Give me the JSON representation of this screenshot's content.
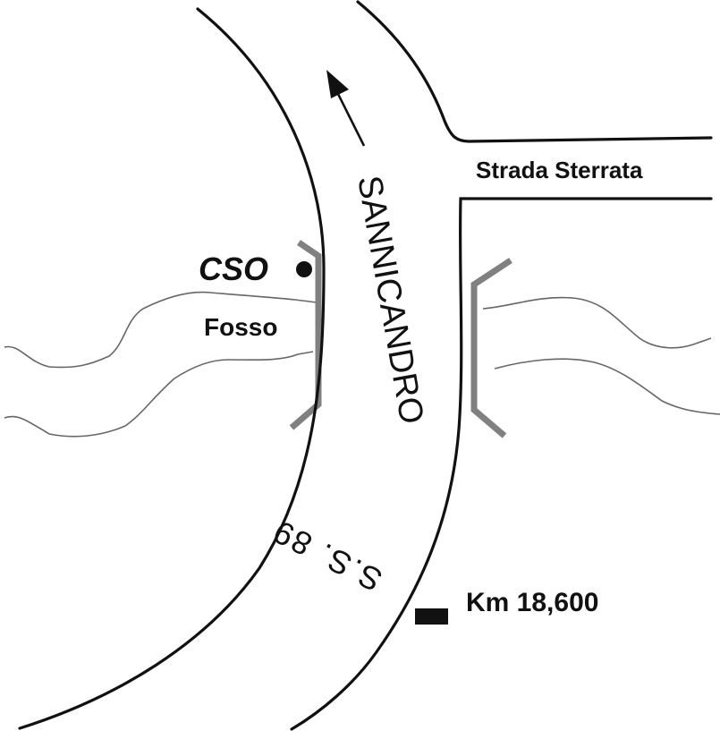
{
  "map": {
    "road_name": "SANNICANDRO",
    "road_code": "S.S. 89",
    "side_road_label": "Strada Sterrata",
    "point_label": "CSO",
    "stream_label": "Fosso",
    "km_label": "Km 18,600",
    "colors": {
      "road_edge": "#111111",
      "stream": "#666666",
      "bridge": "#808080",
      "marker": "#111111",
      "background": "#ffffff"
    },
    "icons": {
      "direction": "arrow-up-left-icon",
      "point": "filled-circle-icon",
      "km_marker": "filled-rectangle-icon"
    }
  }
}
